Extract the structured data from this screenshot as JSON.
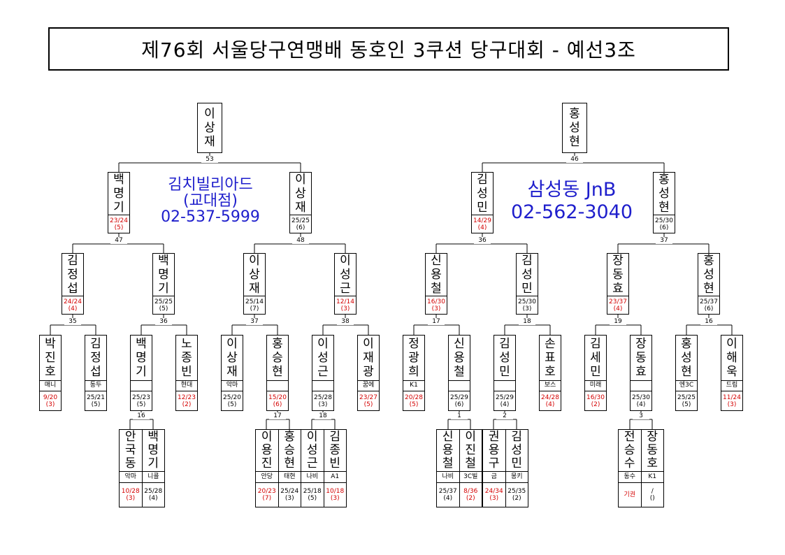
{
  "title": "제76회 서울당구연맹배 동호인 3쿠션 당구대회 - 예선3조",
  "ads": {
    "left": {
      "line1": "김치빌리아드",
      "line2": "(교대점)",
      "phone": "02-537-5999"
    },
    "right": {
      "line1": "삼성동 JnB",
      "phone": "02-562-3040"
    }
  },
  "match_numbers": {
    "m53": "53",
    "m47": "47",
    "m48": "48",
    "m35": "35",
    "m36a": "36",
    "m37a": "37",
    "m38": "38",
    "m16a": "16",
    "m17a": "17",
    "m18a": "18",
    "m46": "46",
    "m36b": "36",
    "m37b": "37",
    "m17b": "17",
    "m18b": "18",
    "m19": "19",
    "m16b": "16",
    "m1": "1",
    "m2": "2",
    "m3": "3"
  },
  "cards": {
    "L_win": {
      "chars": [
        "이",
        "상",
        "재"
      ]
    },
    "L_s1": {
      "chars": [
        "백",
        "명",
        "기"
      ],
      "score": "23/24",
      "inn": "(5)",
      "red": true
    },
    "L_s2": {
      "chars": [
        "이",
        "상",
        "재"
      ],
      "score": "25/25",
      "inn": "(6)"
    },
    "L_q1": {
      "chars": [
        "김",
        "정",
        "섭"
      ],
      "score": "24/24",
      "inn": "(4)",
      "red": true
    },
    "L_q2": {
      "chars": [
        "백",
        "명",
        "기"
      ],
      "score": "25/25",
      "inn": "(5)"
    },
    "L_q3": {
      "chars": [
        "이",
        "상",
        "재"
      ],
      "score": "25/14",
      "inn": "(7)"
    },
    "L_q4": {
      "chars": [
        "이",
        "성",
        "근"
      ],
      "score": "12/14",
      "inn": "(3)",
      "red": true
    },
    "L_r1": {
      "chars": [
        "박",
        "진",
        "호"
      ],
      "club": "매니",
      "score": "9/20",
      "inn": "(3)",
      "red": true
    },
    "L_r2": {
      "chars": [
        "김",
        "정",
        "섭"
      ],
      "club": "동두",
      "score": "25/21",
      "inn": "(5)"
    },
    "L_r3": {
      "chars": [
        "백",
        "명",
        "기"
      ],
      "club": "",
      "score": "25/23",
      "inn": "(5)"
    },
    "L_r4": {
      "chars": [
        "노",
        "종",
        "빈"
      ],
      "club": "현대",
      "score": "12/23",
      "inn": "(2)",
      "red": true
    },
    "L_r5": {
      "chars": [
        "이",
        "상",
        "재"
      ],
      "club": "악마",
      "score": "25/20",
      "inn": "(5)"
    },
    "L_r6": {
      "chars": [
        "홍",
        "승",
        "현"
      ],
      "club": "",
      "score": "15/20",
      "inn": "(6)",
      "red": true
    },
    "L_r7": {
      "chars": [
        "이",
        "성",
        "근"
      ],
      "club": "",
      "score": "25/28",
      "inn": "(3)"
    },
    "L_r8": {
      "chars": [
        "이",
        "재",
        "광"
      ],
      "club": "꿈에",
      "score": "23/27",
      "inn": "(5)",
      "red": true
    },
    "R_win": {
      "chars": [
        "홍",
        "성",
        "현"
      ]
    },
    "R_s1": {
      "chars": [
        "김",
        "성",
        "민"
      ],
      "score": "14/29",
      "inn": "(4)",
      "red": true
    },
    "R_s2": {
      "chars": [
        "홍",
        "성",
        "현"
      ],
      "score": "25/30",
      "inn": "(6)"
    },
    "R_q1": {
      "chars": [
        "신",
        "용",
        "철"
      ],
      "score": "16/30",
      "inn": "(3)",
      "red": true
    },
    "R_q2": {
      "chars": [
        "김",
        "성",
        "민"
      ],
      "score": "25/30",
      "inn": "(3)"
    },
    "R_q3": {
      "chars": [
        "장",
        "동",
        "효"
      ],
      "score": "23/37",
      "inn": "(4)",
      "red": true
    },
    "R_q4": {
      "chars": [
        "홍",
        "성",
        "현"
      ],
      "score": "25/37",
      "inn": "(6)"
    },
    "R_r1": {
      "chars": [
        "정",
        "광",
        "희"
      ],
      "club": "K1",
      "score": "20/28",
      "inn": "(5)",
      "red": true
    },
    "R_r2": {
      "chars": [
        "신",
        "용",
        "철"
      ],
      "club": "",
      "score": "25/29",
      "inn": "(6)"
    },
    "R_r3": {
      "chars": [
        "김",
        "성",
        "민"
      ],
      "club": "",
      "score": "25/29",
      "inn": "(4)"
    },
    "R_r4": {
      "chars": [
        "손",
        "표",
        "호"
      ],
      "club": "보스",
      "score": "24/28",
      "inn": "(4)",
      "red": true
    },
    "R_r5": {
      "chars": [
        "김",
        "세",
        "민"
      ],
      "club": "미래",
      "score": "16/30",
      "inn": "(2)",
      "red": true
    },
    "R_r6": {
      "chars": [
        "장",
        "동",
        "효"
      ],
      "club": "",
      "score": "25/30",
      "inn": "(4)"
    },
    "R_r7": {
      "chars": [
        "홍",
        "성",
        "현"
      ],
      "club": "엔3C",
      "score": "25/25",
      "inn": "(5)"
    },
    "R_r8": {
      "chars": [
        "이",
        "해",
        "욱"
      ],
      "club": "드림",
      "score": "11/24",
      "inn": "(3)",
      "red": true
    }
  },
  "pairs": {
    "P16": [
      {
        "chars": [
          "안",
          "국",
          "동"
        ],
        "club": "악마",
        "score": "10/28",
        "inn": "(3)",
        "red": true
      },
      {
        "chars": [
          "백",
          "명",
          "기"
        ],
        "club": "니콜",
        "score": "25/28",
        "inn": "(4)"
      }
    ],
    "P17": [
      {
        "chars": [
          "이",
          "용",
          "진"
        ],
        "club": "안당",
        "score": "20/23",
        "inn": "(7)",
        "red": true
      },
      {
        "chars": [
          "홍",
          "승",
          "현"
        ],
        "club": "태현",
        "score": "25/24",
        "inn": "(3)"
      }
    ],
    "P18": [
      {
        "chars": [
          "이",
          "성",
          "근"
        ],
        "club": "나비",
        "score": "25/18",
        "inn": "(5)"
      },
      {
        "chars": [
          "김",
          "종",
          "빈"
        ],
        "club": "A1",
        "score": "10/18",
        "inn": "(3)",
        "red": true
      }
    ],
    "P1": [
      {
        "chars": [
          "신",
          "용",
          "철"
        ],
        "club": "나비",
        "score": "25/37",
        "inn": "(4)"
      },
      {
        "chars": [
          "이",
          "진",
          "철"
        ],
        "club": "3C빌",
        "score": "8/36",
        "inn": "(2)",
        "red": true
      }
    ],
    "P2": [
      {
        "chars": [
          "권",
          "용",
          "구"
        ],
        "club": "금",
        "score": "24/34",
        "inn": "(3)",
        "red": true
      },
      {
        "chars": [
          "김",
          "성",
          "민"
        ],
        "club": "몽키",
        "score": "25/35",
        "inn": "(2)"
      }
    ],
    "P3": [
      {
        "chars": [
          "전",
          "승",
          "수"
        ],
        "club": "동수",
        "score": "기권",
        "inn": "",
        "red": true
      },
      {
        "chars": [
          "장",
          "동",
          "호"
        ],
        "club": "K1",
        "score": "/",
        "inn": "()"
      }
    ]
  },
  "colors": {
    "loser_score": "#d40000",
    "ad_text": "#1e1ecc"
  }
}
